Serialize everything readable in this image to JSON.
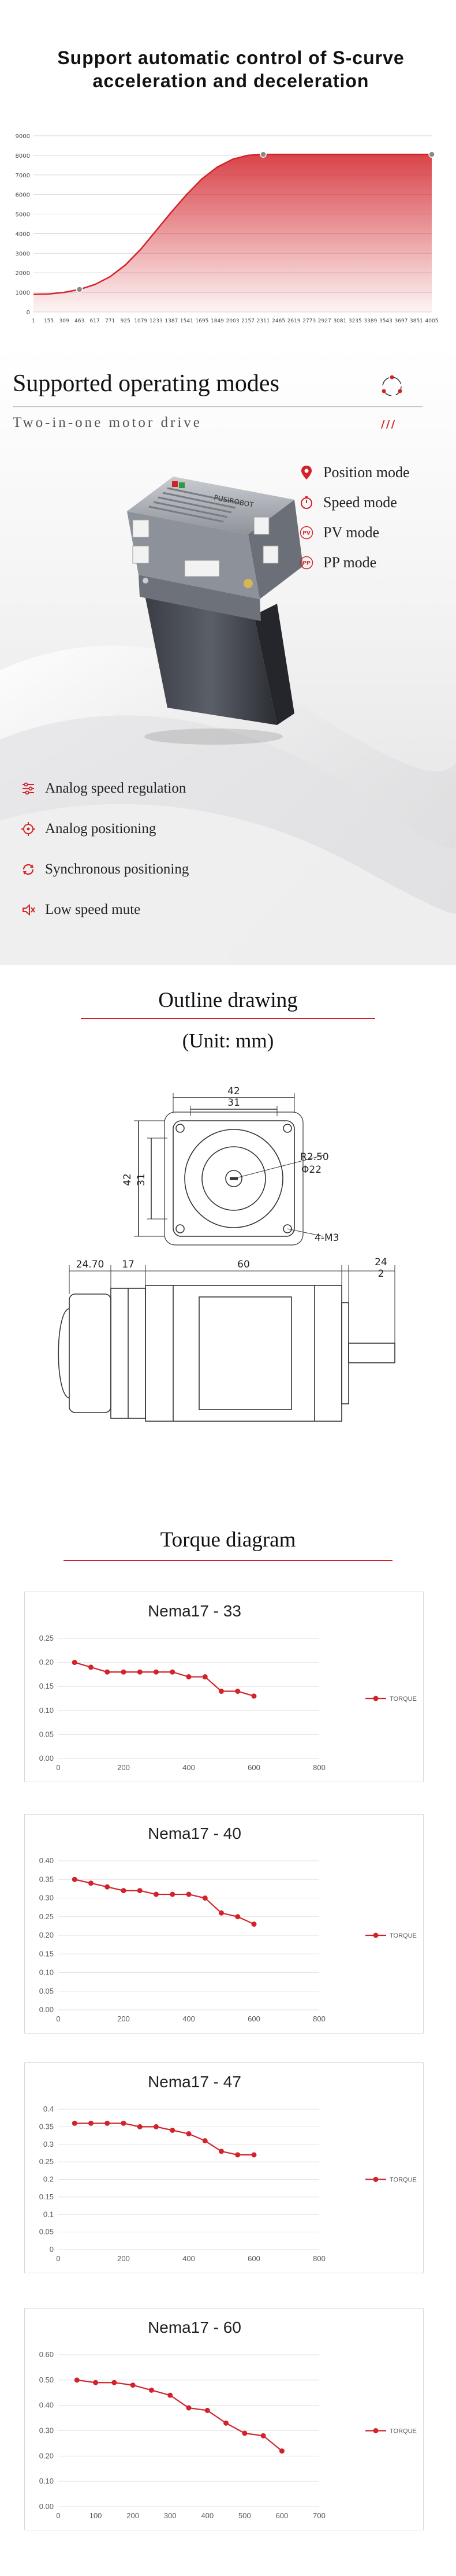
{
  "scurve": {
    "marker": "",
    "title_line1": "Support automatic control of S-curve",
    "title_line2": "acceleration and deceleration",
    "chart_data": {
      "type": "line",
      "y_ticks": [
        "0",
        "1000",
        "2000",
        "3000",
        "4000",
        "5000",
        "6000",
        "7000",
        "8000",
        "9000"
      ],
      "ylim": [
        0,
        9000
      ],
      "x_labels": [
        "1",
        "155",
        "309",
        "463",
        "617",
        "771",
        "925",
        "1079",
        "1233",
        "1387",
        "1541",
        "1695",
        "1849",
        "2003",
        "2157",
        "2311",
        "2465",
        "2619",
        "2773",
        "2927",
        "3081",
        "3235",
        "3389",
        "3543",
        "3697",
        "3851",
        "4005"
      ],
      "points": [
        [
          1,
          900
        ],
        [
          155,
          920
        ],
        [
          309,
          1000
        ],
        [
          463,
          1150
        ],
        [
          617,
          1400
        ],
        [
          771,
          1800
        ],
        [
          925,
          2400
        ],
        [
          1079,
          3200
        ],
        [
          1233,
          4150
        ],
        [
          1387,
          5100
        ],
        [
          1541,
          6000
        ],
        [
          1695,
          6800
        ],
        [
          1849,
          7400
        ],
        [
          2003,
          7800
        ],
        [
          2157,
          8000
        ],
        [
          2311,
          8050
        ],
        [
          2465,
          8050
        ],
        [
          2619,
          8050
        ],
        [
          2773,
          8050
        ],
        [
          2927,
          8050
        ],
        [
          3081,
          8050
        ],
        [
          3235,
          8050
        ],
        [
          3389,
          8050
        ],
        [
          3543,
          8050
        ],
        [
          3697,
          8050
        ],
        [
          3851,
          8050
        ],
        [
          4005,
          8050
        ]
      ],
      "markers_at": [
        463,
        2311,
        4005
      ],
      "color": "#d2232a"
    }
  },
  "modes": {
    "title": "Supported operating modes",
    "subtitle": "Two-in-one motor drive",
    "brand": "PUSIROBOT",
    "items": [
      {
        "label": "Position mode",
        "icon": "location-pin-icon"
      },
      {
        "label": "Speed mode",
        "icon": "stopwatch-icon"
      },
      {
        "label": "PV mode",
        "icon": "pv-badge-icon",
        "badge": "PV"
      },
      {
        "label": "PP mode",
        "icon": "pp-badge-icon",
        "badge": "PP"
      }
    ],
    "features": [
      {
        "label": "Analog speed regulation",
        "icon": "sliders-icon"
      },
      {
        "label": "Analog positioning",
        "icon": "crosshair-icon"
      },
      {
        "label": "Synchronous positioning",
        "icon": "sync-icon"
      },
      {
        "label": "Low speed mute",
        "icon": "mute-speaker-icon"
      }
    ],
    "accent": "#d2232a"
  },
  "outline": {
    "title": "Outline drawing",
    "unit": "(Unit: mm)",
    "dims": {
      "top_width_outer": "42",
      "top_width_inner": "31",
      "left_height_outer": "42",
      "left_height_inner": "31",
      "shaft_dia_small": "Φ22",
      "shaft_dia_large": "Φ22",
      "radius_label": "R2.50",
      "hole_label": "4-M3",
      "side_a": "24.70",
      "side_b": "17",
      "side_c": "60",
      "side_d": "24",
      "side_e": "2"
    }
  },
  "torque": {
    "title": "Torque diagram",
    "legend_label": "TORQUE",
    "color": "#d2232a",
    "chart_data": [
      {
        "type": "line",
        "title": "Nema17 - 33",
        "x_ticks": [
          0,
          200,
          400,
          600,
          800
        ],
        "y_ticks": [
          "0.00",
          "0.05",
          "0.10",
          "0.15",
          "0.20",
          "0.25"
        ],
        "xlim": [
          0,
          800
        ],
        "ylim": [
          0,
          0.25
        ],
        "x": [
          50,
          100,
          150,
          200,
          250,
          300,
          350,
          400,
          450,
          500,
          550,
          600
        ],
        "y": [
          0.2,
          0.19,
          0.18,
          0.18,
          0.18,
          0.18,
          0.18,
          0.17,
          0.17,
          0.14,
          0.14,
          0.13
        ]
      },
      {
        "type": "line",
        "title": "Nema17 - 40",
        "x_ticks": [
          0,
          200,
          400,
          600,
          800
        ],
        "y_ticks": [
          "0.00",
          "0.05",
          "0.10",
          "0.15",
          "0.20",
          "0.25",
          "0.30",
          "0.35",
          "0.40"
        ],
        "xlim": [
          0,
          800
        ],
        "ylim": [
          0,
          0.4
        ],
        "x": [
          50,
          100,
          150,
          200,
          250,
          300,
          350,
          400,
          450,
          500,
          550,
          600
        ],
        "y": [
          0.35,
          0.34,
          0.33,
          0.32,
          0.32,
          0.31,
          0.31,
          0.31,
          0.3,
          0.26,
          0.25,
          0.23
        ]
      },
      {
        "type": "line",
        "title": "Nema17 - 47",
        "x_ticks": [
          0,
          200,
          400,
          600,
          800
        ],
        "y_ticks": [
          "0",
          "0.05",
          "0.1",
          "0.15",
          "0.2",
          "0.25",
          "0.3",
          "0.35",
          "0.4"
        ],
        "xlim": [
          0,
          800
        ],
        "ylim": [
          0,
          0.4
        ],
        "x": [
          50,
          100,
          150,
          200,
          250,
          300,
          350,
          400,
          450,
          500,
          550,
          600
        ],
        "y": [
          0.36,
          0.36,
          0.36,
          0.36,
          0.35,
          0.35,
          0.34,
          0.33,
          0.31,
          0.28,
          0.27,
          0.27
        ]
      },
      {
        "type": "line",
        "title": "Nema17 - 60",
        "x_ticks": [
          0,
          100,
          200,
          300,
          400,
          500,
          600,
          700
        ],
        "y_ticks": [
          "0.00",
          "0.10",
          "0.20",
          "0.30",
          "0.40",
          "0.50",
          "0.60"
        ],
        "xlim": [
          0,
          700
        ],
        "ylim": [
          0,
          0.6
        ],
        "x": [
          50,
          100,
          150,
          200,
          250,
          300,
          350,
          400,
          450,
          500,
          550,
          600
        ],
        "y": [
          0.5,
          0.49,
          0.49,
          0.48,
          0.46,
          0.44,
          0.39,
          0.38,
          0.33,
          0.29,
          0.28,
          0.22
        ]
      }
    ]
  }
}
